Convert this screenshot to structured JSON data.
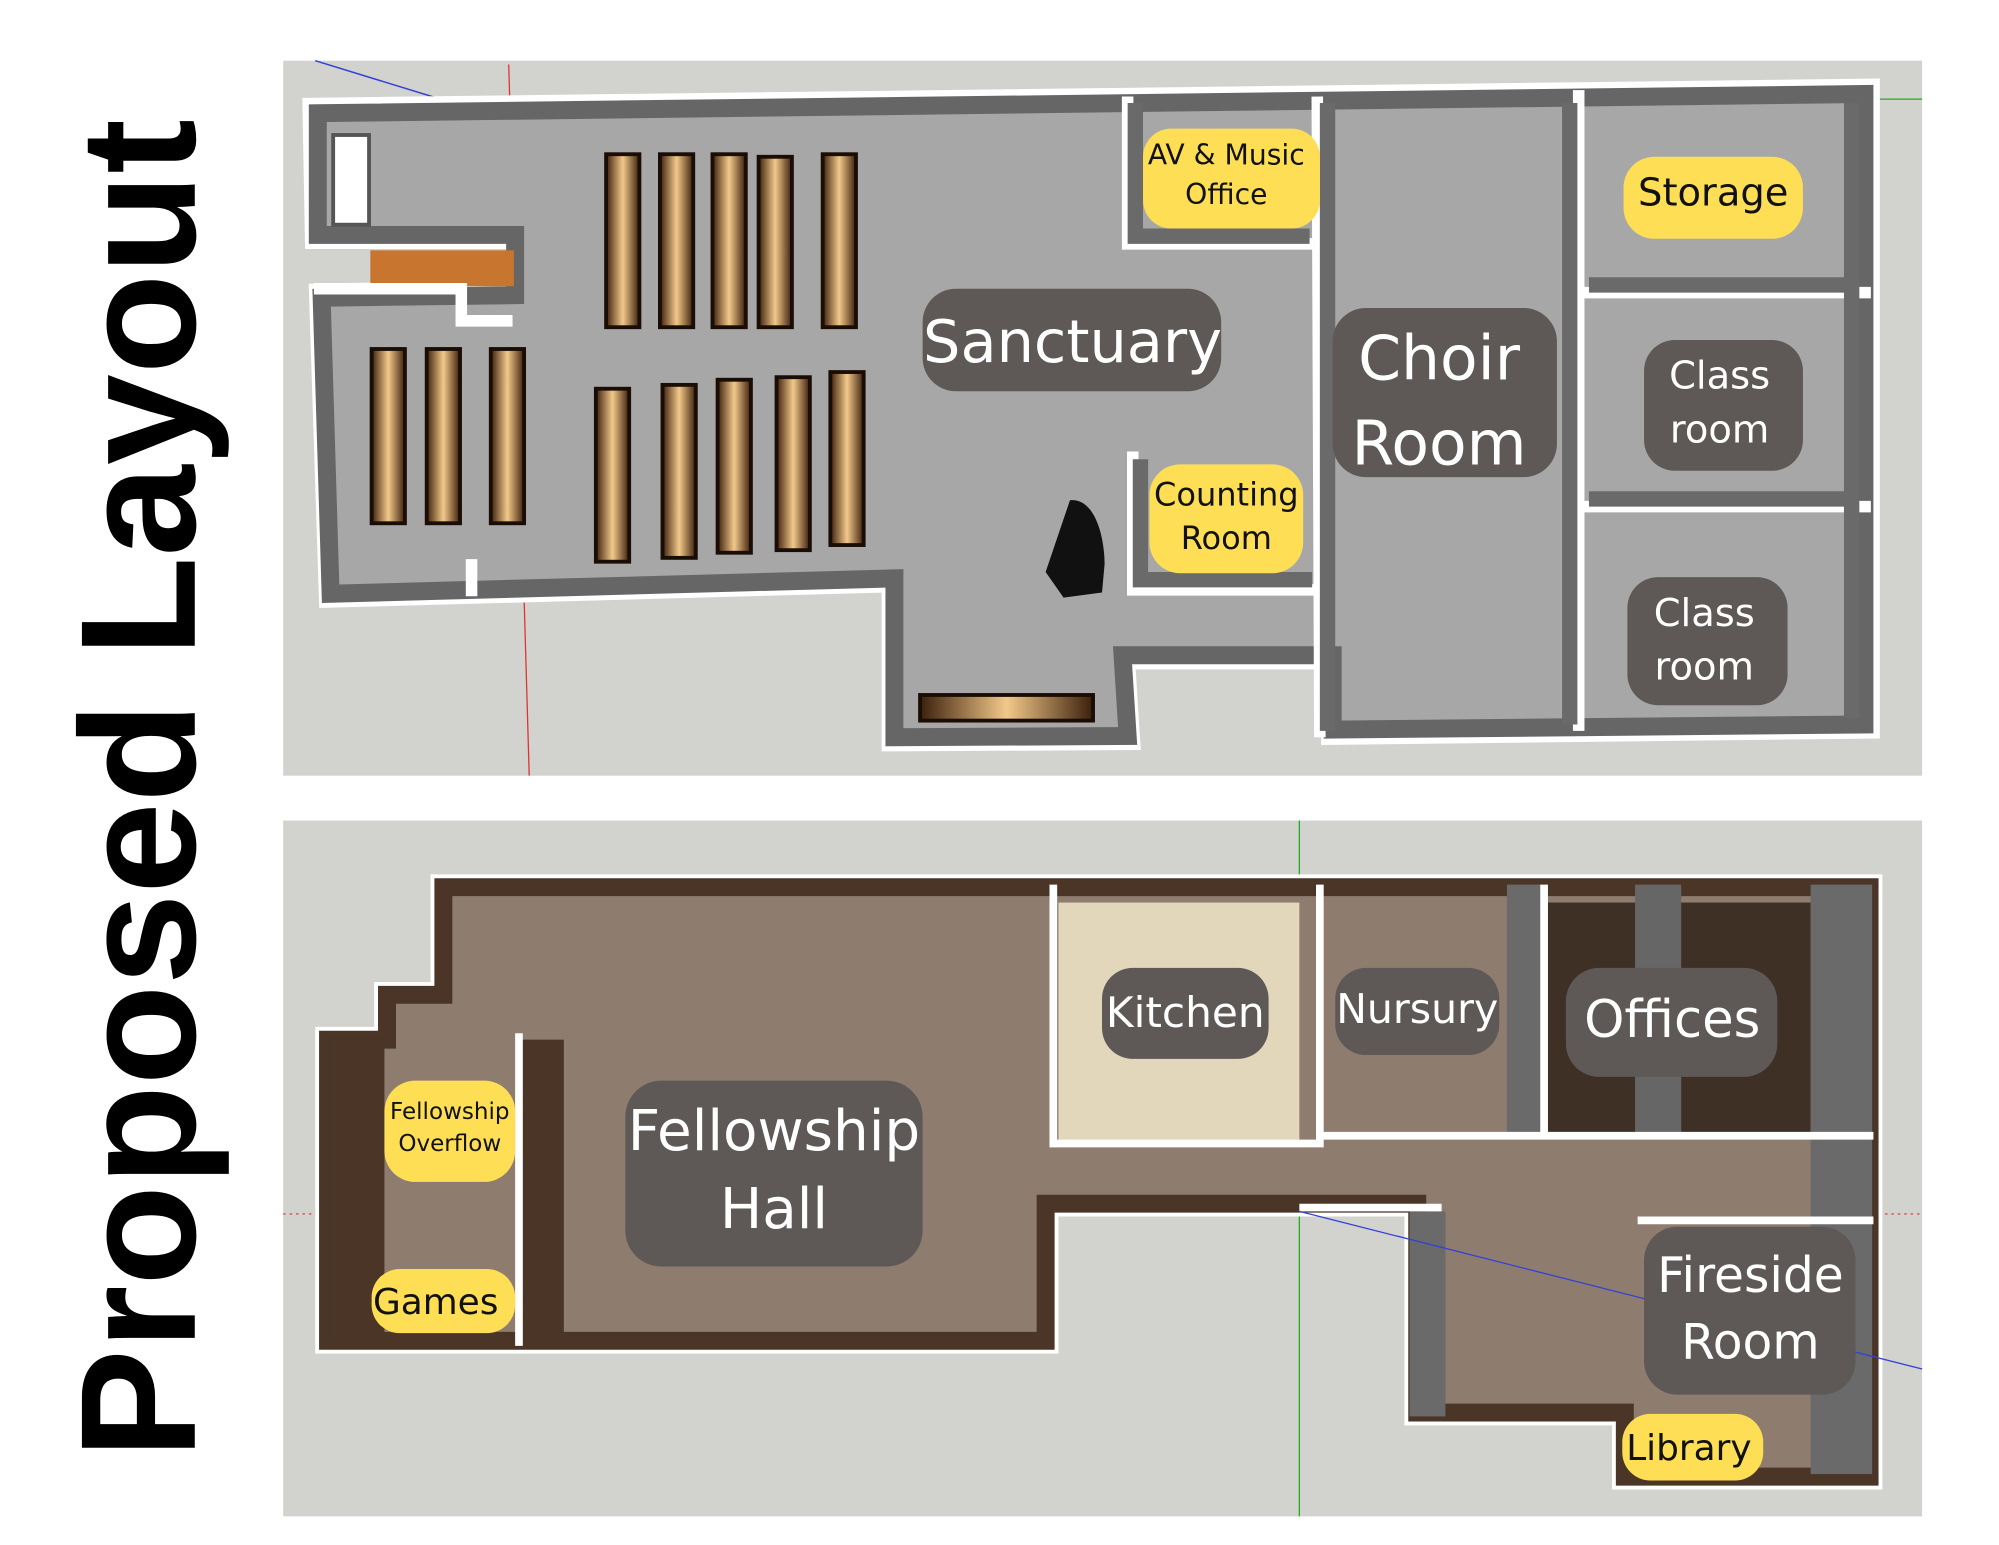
{
  "title": "Proposed Layout",
  "upper_floor": {
    "rooms": {
      "av_office": [
        "AV & Music",
        "Office"
      ],
      "storage": "Storage",
      "sanctuary": "Sanctuary",
      "choir_room": [
        "Choir",
        "Room"
      ],
      "classroom_1": [
        "Class",
        "room"
      ],
      "counting_room": [
        "Counting",
        "Room"
      ],
      "classroom_2": [
        "Class",
        "room"
      ]
    }
  },
  "lower_floor": {
    "rooms": {
      "kitchen": "Kitchen",
      "nursery": "Nursury",
      "offices": "Offices",
      "fellowship_hall": [
        "Fellowship",
        "Hall"
      ],
      "fellowship_overflow": [
        "Fellowship",
        "Overflow"
      ],
      "games": "Games",
      "fireside_room": [
        "Fireside",
        "Room"
      ],
      "library": "Library"
    }
  },
  "colors": {
    "label_dark": "#5e5957",
    "label_yellow": "#fede55",
    "upper_floor": "#a7a7a7",
    "lower_floor": "#8e7c6e"
  }
}
